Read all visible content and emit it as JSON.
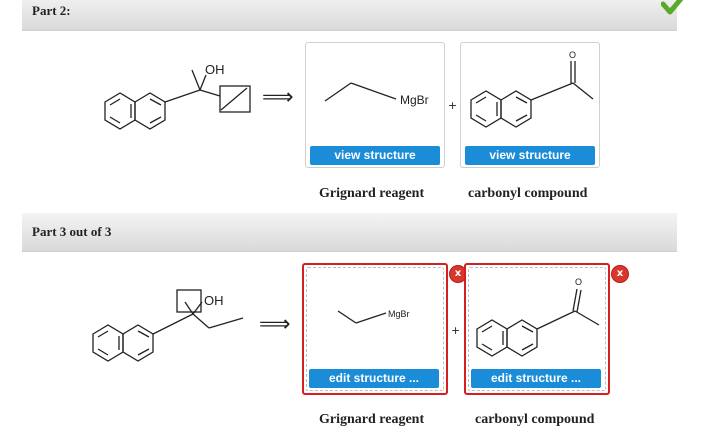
{
  "part2": {
    "title": "Part 2:",
    "arrow": "⟹",
    "plus": "+",
    "oh_label": "OH",
    "reagent": {
      "label": "MgBr",
      "button": "view structure",
      "caption": "Grignard reagent"
    },
    "carbonyl": {
      "oxygen_label": "O",
      "button": "view structure",
      "caption": "carbonyl compound"
    }
  },
  "part3": {
    "title": "Part 3 out of 3",
    "arrow": "⟹",
    "plus": "+",
    "oh_label": "OH",
    "reagent": {
      "label": "MgBr",
      "button": "edit structure ...",
      "caption": "Grignard reagent"
    },
    "carbonyl": {
      "oxygen_label": "O",
      "button": "edit structure ...",
      "caption": "carbonyl compound"
    },
    "close_glyph": "x"
  },
  "colors": {
    "accent": "#1a8cd8",
    "error": "#d42020",
    "check": "#5aaa2a"
  },
  "icons": {
    "status": "checkmark-icon",
    "remove": "close-icon"
  }
}
